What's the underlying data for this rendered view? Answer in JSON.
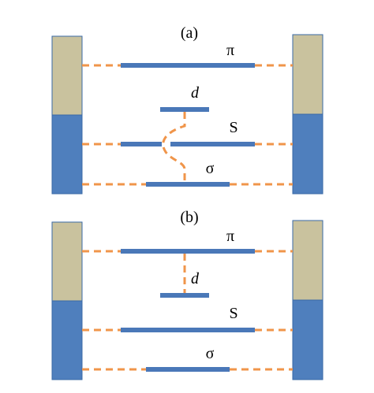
{
  "colors": {
    "lead_upper": "#c9c29e",
    "lead_lower": "#4f7fbd",
    "lead_border": "#3a6aa6",
    "level": "#4a78b8",
    "dash": "#f0954a"
  },
  "panels": [
    {
      "label": "(a)",
      "levels": [
        {
          "id": "pi",
          "text": "π"
        },
        {
          "id": "d",
          "text": "d"
        },
        {
          "id": "s",
          "text": "S"
        },
        {
          "id": "sigma",
          "text": "σ"
        }
      ]
    },
    {
      "label": "(b)",
      "levels": [
        {
          "id": "pi",
          "text": "π"
        },
        {
          "id": "d",
          "text": "d"
        },
        {
          "id": "s",
          "text": "S"
        },
        {
          "id": "sigma",
          "text": "σ"
        }
      ]
    }
  ]
}
